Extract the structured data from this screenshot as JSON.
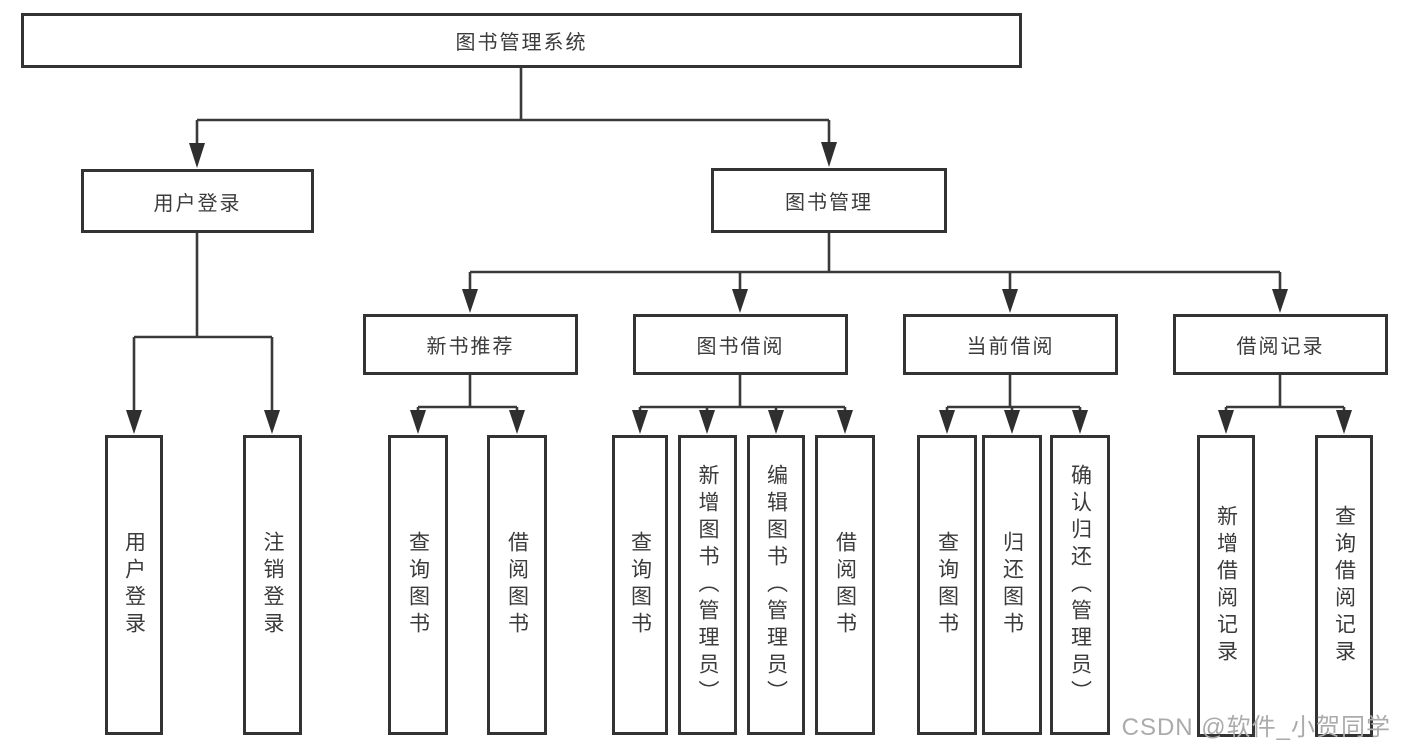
{
  "diagram": {
    "root": {
      "label": "图书管理系统"
    },
    "branches": [
      {
        "label": "用户登录",
        "children": [
          {
            "label": "用户登录"
          },
          {
            "label": "注销登录"
          }
        ]
      },
      {
        "label": "图书管理",
        "children": [
          {
            "label": "新书推荐",
            "children": [
              {
                "label": "查询图书"
              },
              {
                "label": "借阅图书"
              }
            ]
          },
          {
            "label": "图书借阅",
            "children": [
              {
                "label": "查询图书"
              },
              {
                "label": "新增图书（管理员）"
              },
              {
                "label": "编辑图书（管理员）"
              },
              {
                "label": "借阅图书"
              }
            ]
          },
          {
            "label": "当前借阅",
            "children": [
              {
                "label": "查询图书"
              },
              {
                "label": "归还图书"
              },
              {
                "label": "确认归还（管理员）"
              }
            ]
          },
          {
            "label": "借阅记录",
            "children": [
              {
                "label": "新增借阅记录"
              },
              {
                "label": "查询借阅记录"
              }
            ]
          }
        ]
      }
    ]
  },
  "watermark": {
    "text": "CSDN @软件_小贺同学"
  },
  "colors": {
    "line": "#3a3a3a",
    "arrow": "#2f2f2f",
    "box_border": "#333333",
    "text": "#3b3b3b",
    "background": "#ffffff",
    "watermark": "#ababab"
  }
}
